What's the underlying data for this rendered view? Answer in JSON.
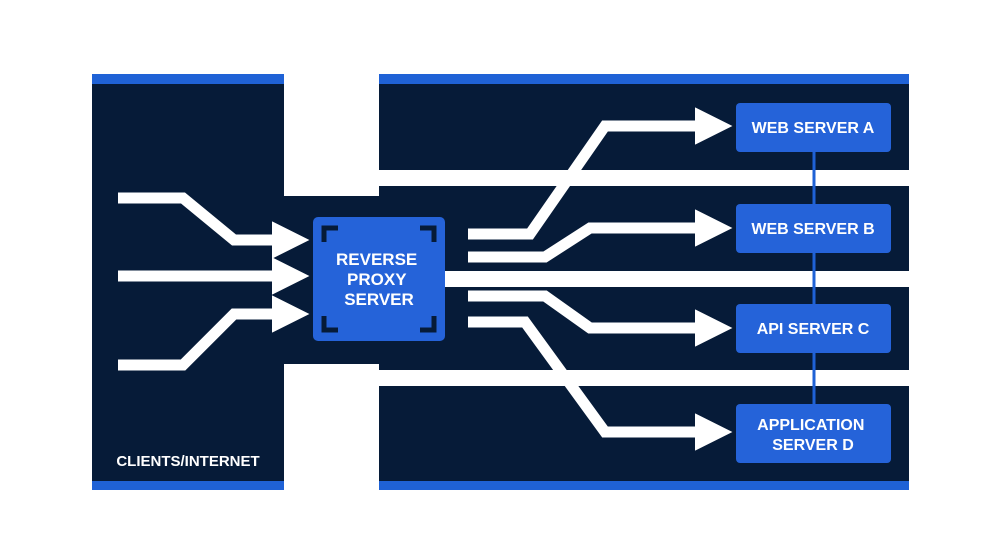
{
  "left_panel": {
    "label": "CLIENTS/INTERNET"
  },
  "proxy": {
    "lines": [
      "REVERSE",
      "PROXY",
      "SERVER"
    ]
  },
  "servers": [
    {
      "lines": [
        "WEB SERVER A"
      ]
    },
    {
      "lines": [
        "WEB SERVER B"
      ]
    },
    {
      "lines": [
        "API SERVER C"
      ]
    },
    {
      "lines": [
        "APPLICATION",
        "SERVER D"
      ]
    }
  ],
  "colors": {
    "panel": "#061b38",
    "accent": "#1f62d6",
    "box": "#2563d9",
    "arrow": "#ffffff",
    "background": "#ffffff"
  }
}
